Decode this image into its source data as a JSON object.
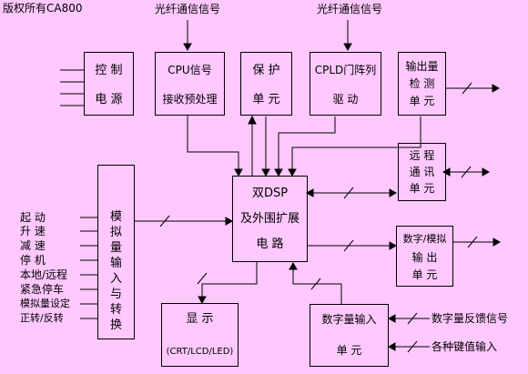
{
  "watermark": "版权所有CA800",
  "fiber_top_left": "光纤通信信号",
  "fiber_top_right": "光纤通信信号",
  "power_box": {
    "line1": "控  制",
    "line2": "电  源"
  },
  "cpu_box": {
    "line1": "CPU信号",
    "line2": "接收预处理"
  },
  "protect_box": {
    "line1": "保  护",
    "line2": "单  元"
  },
  "cpld_box": {
    "line1": "CPLD门阵列",
    "line2": "驱      动"
  },
  "detect_box": {
    "line1": "输出量",
    "line2": "检  测",
    "line3": "单  元"
  },
  "remote_box": {
    "line1": "远  程",
    "line2": "通  讯",
    "line3": "单  元"
  },
  "dsp_box": {
    "line1": "双DSP",
    "line2": "及外围扩展",
    "line3": "电  路"
  },
  "da_box": {
    "line1": "数字/模拟",
    "line2": "输  出",
    "line3": "单  元"
  },
  "analog_box": {
    "chars": [
      "模",
      "拟",
      "量",
      "输",
      "入",
      "与",
      "转",
      "换"
    ]
  },
  "analog_inputs": [
    "起    动",
    "升    速",
    "减    速",
    "停    机",
    "本地/远程",
    "紧急停车",
    "模拟量设定",
    "正转/反转"
  ],
  "display_box": {
    "line1": "显  示",
    "line2": "(CRT/LCD/LED)"
  },
  "digital_box": {
    "line1": "数字量输入",
    "line2": "单      元"
  },
  "digital_inputs": {
    "feedback": "数字量反馈信号",
    "keys": "各种键值输入"
  }
}
